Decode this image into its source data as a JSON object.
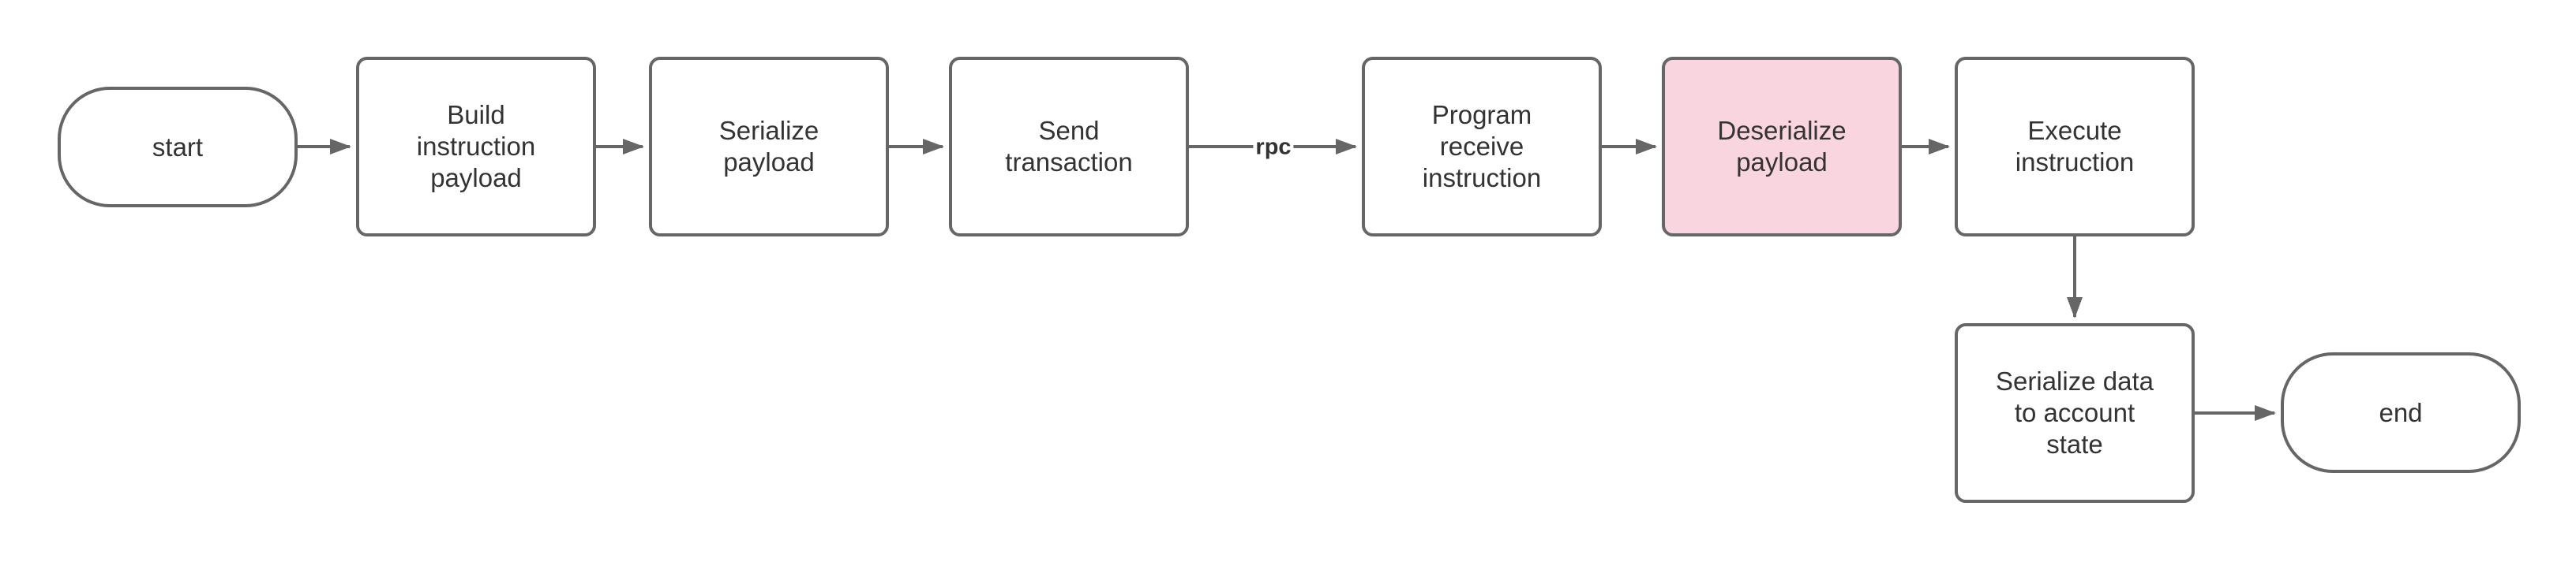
{
  "diagram": {
    "type": "flowchart",
    "nodes": [
      {
        "id": "start",
        "type": "terminator",
        "label": "start"
      },
      {
        "id": "build-instruction-payload",
        "type": "process",
        "label": "Build instruction payload"
      },
      {
        "id": "serialize-payload",
        "type": "process",
        "label": "Serialize payload"
      },
      {
        "id": "send-transaction",
        "type": "process",
        "label": "Send transaction"
      },
      {
        "id": "program-receive-instruction",
        "type": "process",
        "label": "Program receive instruction"
      },
      {
        "id": "deserialize-payload",
        "type": "process",
        "label": "Deserialize payload",
        "highlighted": true
      },
      {
        "id": "execute-instruction",
        "type": "process",
        "label": "Execute instruction"
      },
      {
        "id": "serialize-data-to-account-state",
        "type": "process",
        "label": "Serialize data to account state"
      },
      {
        "id": "end",
        "type": "terminator",
        "label": "end"
      }
    ],
    "edges": [
      {
        "from": "start",
        "to": "build-instruction-payload"
      },
      {
        "from": "build-instruction-payload",
        "to": "serialize-payload"
      },
      {
        "from": "serialize-payload",
        "to": "send-transaction"
      },
      {
        "from": "send-transaction",
        "to": "program-receive-instruction",
        "label": "rpc"
      },
      {
        "from": "program-receive-instruction",
        "to": "deserialize-payload"
      },
      {
        "from": "deserialize-payload",
        "to": "execute-instruction"
      },
      {
        "from": "execute-instruction",
        "to": "serialize-data-to-account-state"
      },
      {
        "from": "serialize-data-to-account-state",
        "to": "end"
      }
    ],
    "colors": {
      "background": "#ffffff",
      "node_fill": "#ffffff",
      "node_border": "#666666",
      "node_text": "#333333",
      "highlight_fill": "#F8D5DF",
      "edge": "#666666",
      "edge_label_text": "#333333"
    }
  }
}
